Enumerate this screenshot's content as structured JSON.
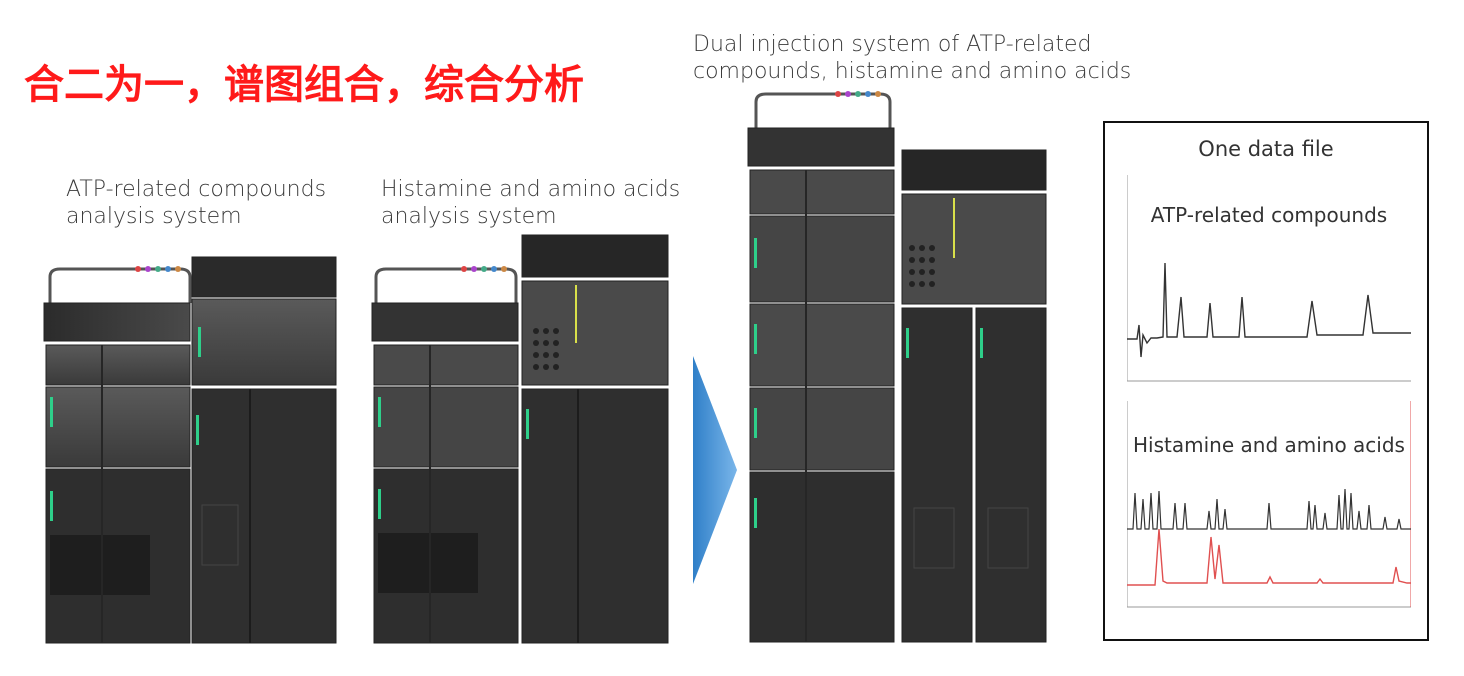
{
  "headline": "合二为一，谱图组合，综合分析",
  "systems": {
    "atp": {
      "line1": "ATP-related compounds",
      "line2": "analysis system"
    },
    "histamine": {
      "line1": "Histamine and amino acids",
      "line2": "analysis system"
    },
    "dual": {
      "line1": "Dual injection system of ATP-related",
      "line2": "compounds, histamine and amino acids"
    }
  },
  "result_panel": {
    "title": "One data file",
    "chromatogram_top": "ATP-related compounds",
    "chromatogram_bottom": "Histamine and amino acids"
  },
  "colors": {
    "headline": "#ff1a1a",
    "arrow": "#3d8fd6",
    "trace_black": "#333333",
    "trace_red": "#e05050",
    "indicator_green": "#2ecf8a",
    "indicator_yellow": "#d9e04a"
  }
}
